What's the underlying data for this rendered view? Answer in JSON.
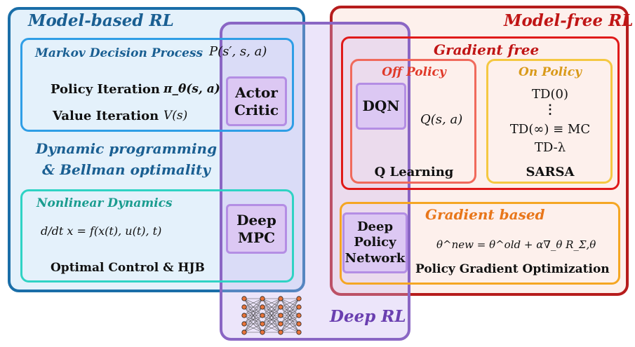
{
  "model_based": {
    "title": "Model-based RL",
    "mdp": {
      "title": "Markov Decision Process",
      "transition": "P(s′, s, a)",
      "policy_iteration": "Policy Iteration",
      "policy_expr": "π_θ(s, a)",
      "value_iteration": "Value Iteration",
      "value_expr": "V(s)"
    },
    "dp_line1": "Dynamic programming",
    "dp_line2": "& Bellman optimality",
    "nonlinear": {
      "title": "Nonlinear Dynamics",
      "equation": "d/dt x = f(x(t), u(t), t)",
      "footer": "Optimal Control & HJB"
    }
  },
  "deep_rl": {
    "title": "Deep RL",
    "actor_critic_line1": "Actor",
    "actor_critic_line2": "Critic",
    "deep_mpc_line1": "Deep",
    "deep_mpc_line2": "MPC"
  },
  "model_free": {
    "title": "Model-free RL",
    "gradient_free": {
      "title": "Gradient free",
      "off_policy": {
        "title": "Off Policy",
        "dqn": "DQN",
        "q_expr": "Q(s, a)",
        "footer": "Q Learning"
      },
      "on_policy": {
        "title": "On Policy",
        "td0": "TD(0)",
        "dots": "⋮",
        "td_inf": "TD(∞) ≡ MC",
        "td_lambda": "TD-λ",
        "footer": "SARSA"
      }
    },
    "gradient_based": {
      "title": "Gradient based",
      "dpn_line1": "Deep",
      "dpn_line2": "Policy",
      "dpn_line3": "Network",
      "update_rule": "θ^new = θ^old + α∇_θ R_Σ,θ",
      "footer": "Policy Gradient Optimization"
    }
  },
  "colors": {
    "model_based_border": "#1a6ea8",
    "model_based_fill": "#e4f1fb",
    "mdp_border": "#2f9ee6",
    "nonlinear_border": "#2fd3c4",
    "deep_border": "#8a66c4",
    "deep_fill": "#e6dff7",
    "model_free_border": "#b61c1c",
    "model_free_fill": "#fdf0ec",
    "gradient_free_border": "#e01a1a",
    "off_policy_border": "#f06a5c",
    "on_policy_border": "#f5c842",
    "gradient_based_border": "#f5a623",
    "title_blue": "#1a5f92",
    "title_red": "#c01515",
    "title_orange": "#e8761a",
    "title_purple": "#6a3fb0"
  }
}
